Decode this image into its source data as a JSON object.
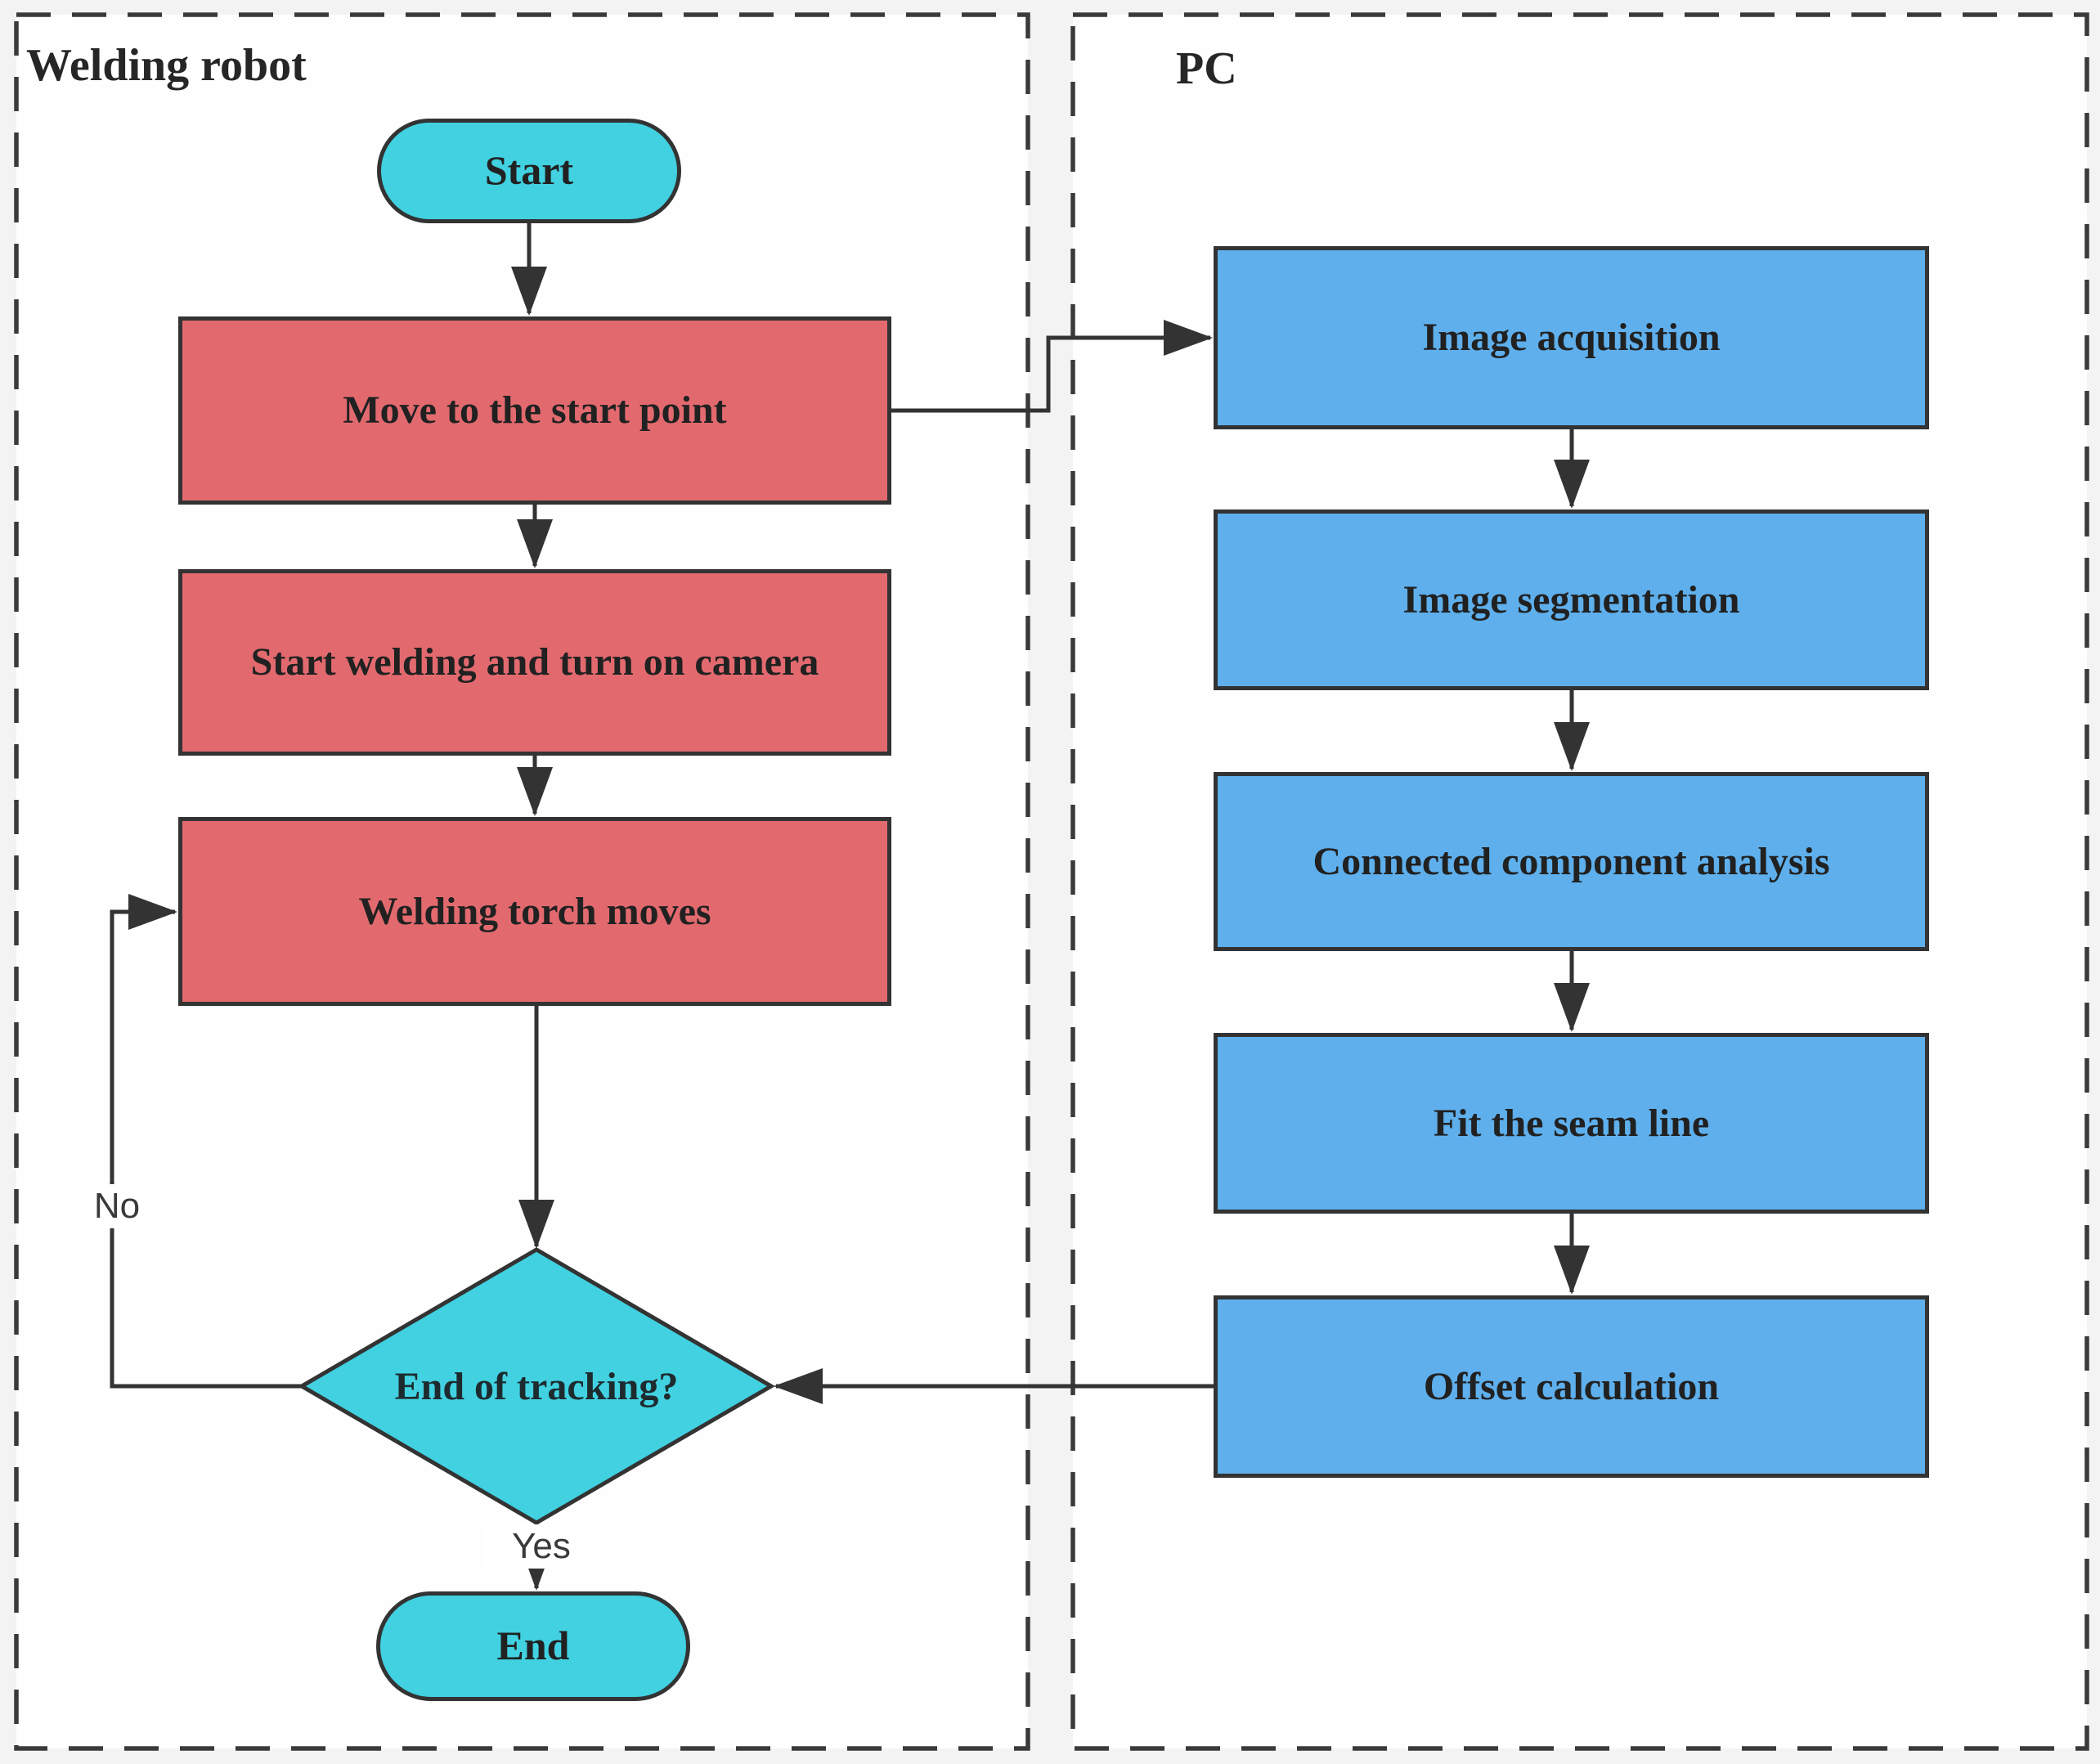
{
  "panels": {
    "left": {
      "label": "Welding robot"
    },
    "right": {
      "label": "PC"
    }
  },
  "nodes": {
    "start": {
      "label": "Start",
      "shape": "terminator",
      "fill": "#41d1e1"
    },
    "move": {
      "label": "Move to the start point",
      "shape": "process",
      "fill": "#e26a6f"
    },
    "weld": {
      "label": "Start welding and turn on camera",
      "shape": "process",
      "fill": "#e26a6f"
    },
    "torch": {
      "label": "Welding torch moves",
      "shape": "process",
      "fill": "#e26a6f"
    },
    "decision": {
      "label": "End of tracking?",
      "shape": "decision",
      "fill": "#41d1e1"
    },
    "end": {
      "label": "End",
      "shape": "terminator",
      "fill": "#41d1e1"
    },
    "acq": {
      "label": "Image acquisition",
      "shape": "process",
      "fill": "#5eafec"
    },
    "seg": {
      "label": "Image segmentation",
      "shape": "process",
      "fill": "#5eafec"
    },
    "cca": {
      "label": "Connected component analysis",
      "shape": "process",
      "fill": "#5eafec"
    },
    "fit": {
      "label": "Fit the seam line",
      "shape": "process",
      "fill": "#5eafec"
    },
    "offset": {
      "label": "Offset calculation",
      "shape": "process",
      "fill": "#5eafec"
    }
  },
  "edge_labels": {
    "yes": "Yes",
    "no": "No"
  },
  "colors": {
    "cyan": "#41d1e1",
    "red": "#e26a6f",
    "blue": "#5eafec",
    "node_border": "#333333",
    "dash_border": "#3a3a3a",
    "panel_fill": "#fefefe",
    "page_bg": "#f3f3f3",
    "connector": "#333333",
    "node_text": "#212121",
    "edge_label_text": "#3a3a3a"
  }
}
